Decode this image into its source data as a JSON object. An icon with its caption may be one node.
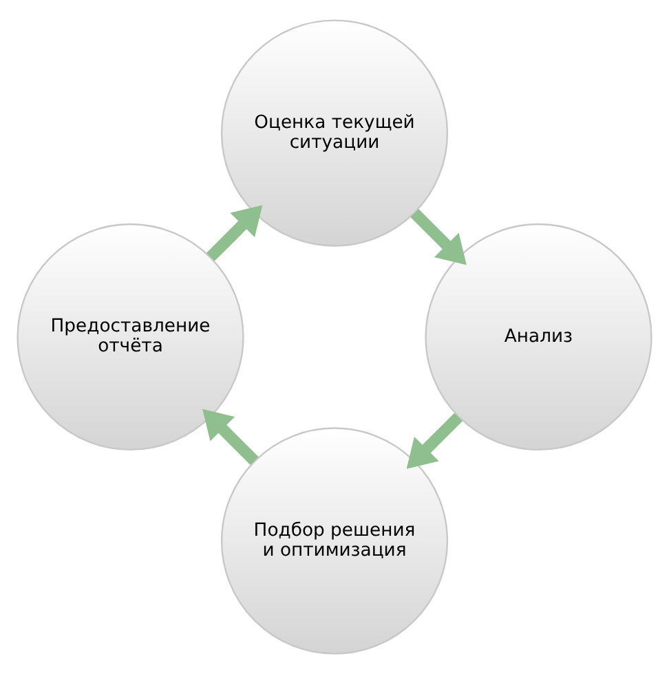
{
  "diagram": {
    "nodes": [
      {
        "text": [
          "Оценка текущей ситуации"
        ]
      },
      {
        "text": [
          "Анализ"
        ]
      },
      {
        "text": [
          "Подбор решения и оптимизация"
        ]
      },
      {
        "text": [
          "Предоставление отчёта"
        ]
      }
    ],
    "edges": [
      {
        "from": 0,
        "to": 1,
        "arrow": "to"
      },
      {
        "from": 1,
        "to": 2,
        "arrow": "to"
      },
      {
        "from": 2,
        "to": 3,
        "arrow": "to"
      },
      {
        "from": 3,
        "to": 0,
        "arrow": "to"
      }
    ]
  }
}
